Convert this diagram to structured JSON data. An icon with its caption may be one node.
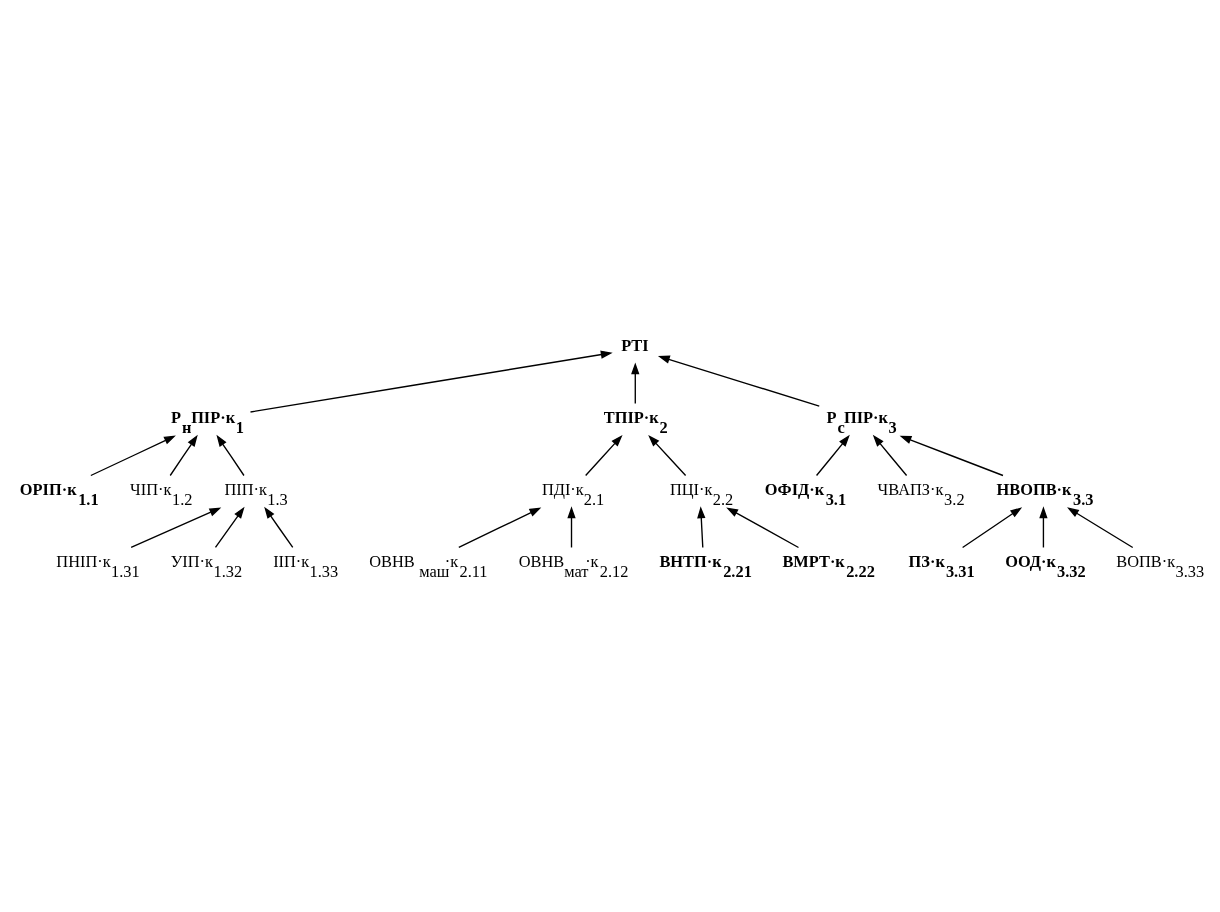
{
  "diagram": {
    "nodes": [
      {
        "text": [
          "РТІ"
        ]
      },
      {
        "text": [
          "Р$_{н}$ПІР·к$_{1}$"
        ]
      },
      {
        "text": [
          "ТПІР·к$_{2}$"
        ]
      },
      {
        "text": [
          "Р$_{с}$ПІР·к$_{3}$"
        ]
      },
      {
        "text": [
          "ОРІП·к$_{1.1}$"
        ]
      },
      {
        "text": [
          "ЧІП·к$_{1.2}$"
        ]
      },
      {
        "text": [
          "ПІП·к$_{1.3}$"
        ]
      },
      {
        "text": [
          "ПНІП·к$_{1.31}$"
        ]
      },
      {
        "text": [
          "УІП·к$_{1.32}$"
        ]
      },
      {
        "text": [
          "ІІП·к$_{1.33}$"
        ]
      },
      {
        "text": [
          "ПДІ·к$_{2.1}$"
        ]
      },
      {
        "text": [
          "ПЦІ·к$_{2.2}$"
        ]
      },
      {
        "text": [
          "ОВНВ $_{маш}$·к$_{2.11}$"
        ]
      },
      {
        "text": [
          "ОВНВ$_{мат}$·к$_{2.12}$"
        ]
      },
      {
        "text": [
          "ВНТП·к$_{2.21}$"
        ]
      },
      {
        "text": [
          "ВМРТ·к$_{2.22}$"
        ]
      },
      {
        "text": [
          "ОФІД·к$_{3.1}$"
        ]
      },
      {
        "text": [
          "ЧВАПЗ·к$_{3.2}$"
        ]
      },
      {
        "text": [
          "НВОПВ·к$_{3.3}$"
        ]
      },
      {
        "text": [
          "ПЗ·к$_{3.31}$"
        ]
      },
      {
        "text": [
          "ООД·к$_{3.32}$"
        ]
      },
      {
        "text": [
          "ВОПВ·к$_{3.33}$"
        ]
      }
    ],
    "edges": [
      {
        "from": 1,
        "to": 0,
        "arrow": "to"
      },
      {
        "from": 2,
        "to": 0,
        "arrow": "to"
      },
      {
        "from": 3,
        "to": 0,
        "arrow": "to"
      },
      {
        "from": 4,
        "to": 1,
        "arrow": "to"
      },
      {
        "from": 5,
        "to": 1,
        "arrow": "to"
      },
      {
        "from": 6,
        "to": 1,
        "arrow": "to"
      },
      {
        "from": 7,
        "to": 6,
        "arrow": "to"
      },
      {
        "from": 8,
        "to": 6,
        "arrow": "to"
      },
      {
        "from": 9,
        "to": 6,
        "arrow": "to"
      },
      {
        "from": 10,
        "to": 2,
        "arrow": "to"
      },
      {
        "from": 11,
        "to": 2,
        "arrow": "to"
      },
      {
        "from": 12,
        "to": 10,
        "arrow": "to"
      },
      {
        "from": 13,
        "to": 10,
        "arrow": "to"
      },
      {
        "from": 14,
        "to": 11,
        "arrow": "to"
      },
      {
        "from": 15,
        "to": 11,
        "arrow": "to"
      },
      {
        "from": 16,
        "to": 3,
        "arrow": "to"
      },
      {
        "from": 17,
        "to": 3,
        "arrow": "to"
      },
      {
        "from": 18,
        "to": 3,
        "arrow": "to"
      },
      {
        "from": 19,
        "to": 18,
        "arrow": "to"
      },
      {
        "from": 20,
        "to": 18,
        "arrow": "to"
      },
      {
        "from": 21,
        "to": 18,
        "arrow": "to"
      }
    ]
  }
}
